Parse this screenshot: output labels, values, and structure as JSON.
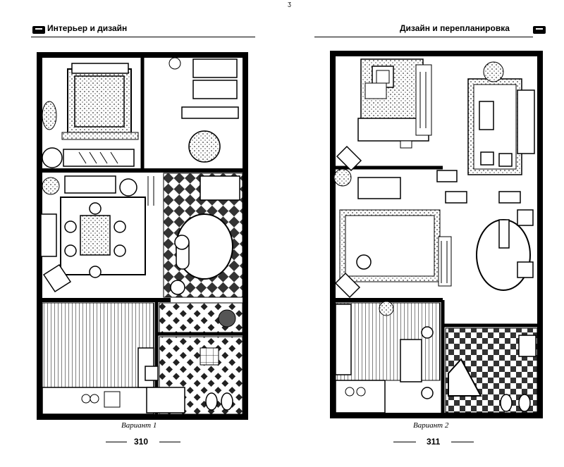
{
  "left_page": {
    "header": "Интерьер и дизайн",
    "caption": "Вариант 1",
    "page_number": "310"
  },
  "right_page": {
    "header": "Дизайн и перепланировка",
    "caption": "Вариант 2",
    "page_number": "311"
  },
  "icons": [
    "book-icon"
  ]
}
